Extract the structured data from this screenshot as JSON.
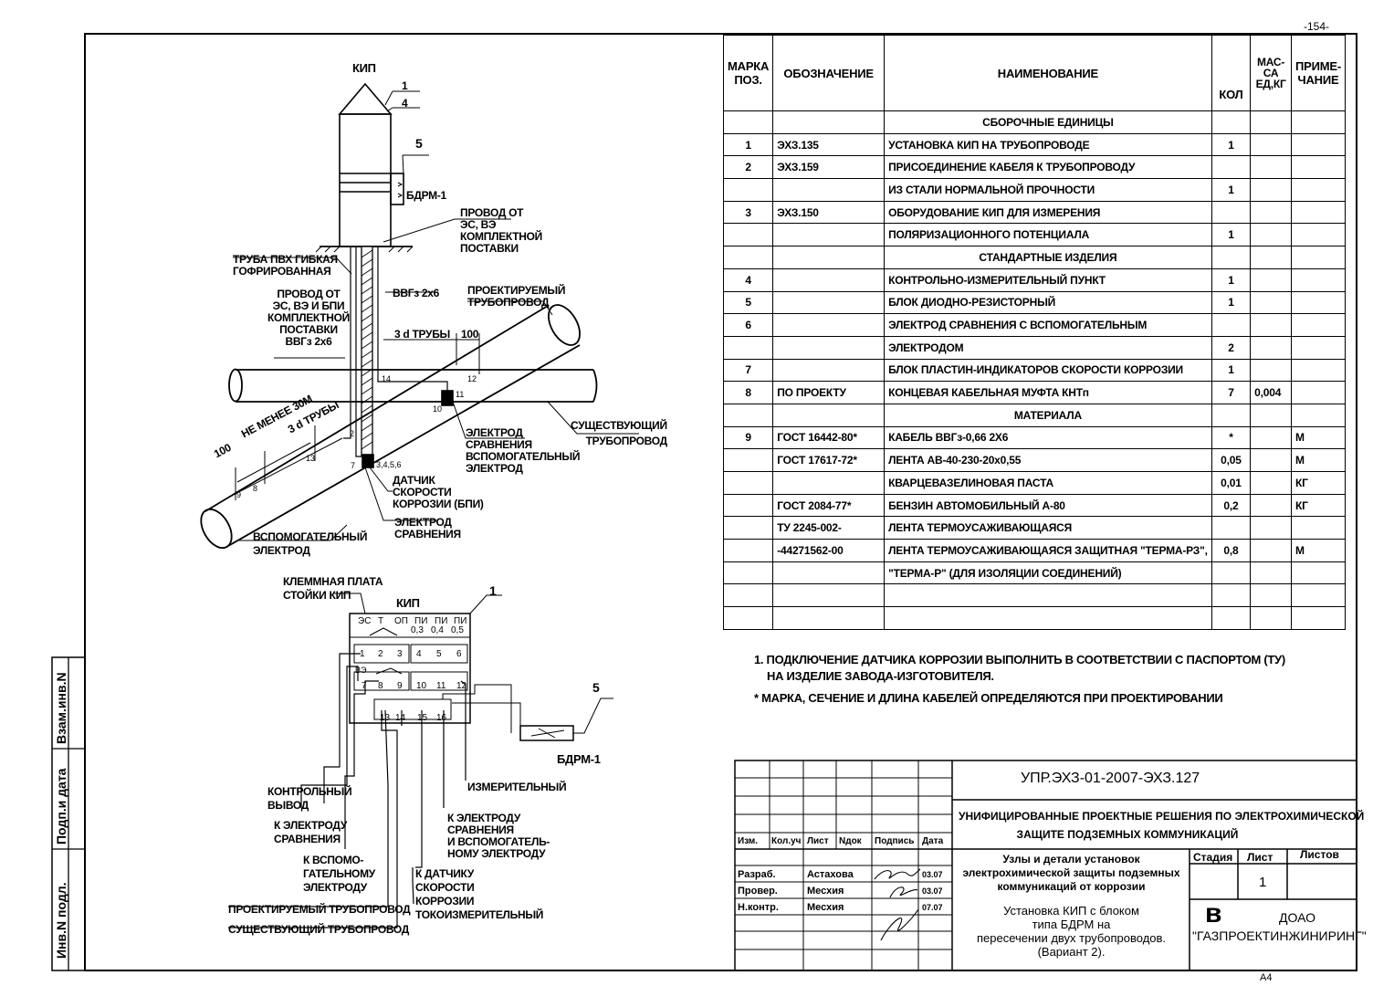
{
  "page_number": "-154-",
  "frame_side": {
    "inv_podl": "Инв.N подл.",
    "podp_data": "Подп.и дата",
    "vzam_inv": "Взам.инв.N"
  },
  "diagram_main": {
    "kip_label": "КИП",
    "callout_1": "1",
    "callout_4": "4",
    "callout_5": "5",
    "bdrm_label": "БДРМ-1",
    "wire_top": [
      "ПРОВОД ОТ",
      "ЭС, ВЭ",
      "КОМПЛЕКТНОЙ",
      "ПОСТАВКИ"
    ],
    "pvc_pipe": [
      "ТРУБА ПВХ ГИБКАЯ",
      "ГОФРИРОВАННАЯ"
    ],
    "wire_left": [
      "ПРОВОД ОТ",
      "ЭС, ВЭ И БПИ",
      "КОМПЛЕКТНОЙ",
      "ПОСТАВКИ",
      "ВВГз 2х6"
    ],
    "vvg_right": "ВВГз 2х6",
    "designed_pipe": [
      "ПРОЕКТИРУЕМЫЙ",
      "ТРУБОПРОВОД"
    ],
    "three_d": "3 d ТРУБЫ",
    "dim_100_top": "100",
    "num_14": "14",
    "num_12": "12",
    "num_11": "11",
    "num_10": "10",
    "num_2": "2",
    "num_13": "13",
    "num_7": "7",
    "num_3456": "3,4,5,6",
    "num_9": "9",
    "num_8": "8",
    "not_less": "НЕ МЕНЕЕ 30М",
    "three_d_left": "3 d ТРУБЫ",
    "dim_100_left": "100",
    "existing_pipe": [
      "СУЩЕСТВУЮЩИЙ",
      "ТРУБОПРОВОД"
    ],
    "ref_electrode": [
      "ЭЛЕКТРОД",
      "СРАВНЕНИЯ",
      "ВСПОМОГАТЕЛЬНЫЙ",
      "ЭЛЕКТРОД"
    ],
    "sensor": [
      "ДАТЧИК",
      "СКОРОСТИ",
      "КОРРОЗИИ (БПИ)"
    ],
    "ref_electrode2": [
      "ЭЛЕКТРОД",
      "СРАВНЕНИЯ"
    ],
    "aux_electrode": [
      "ВСПОМОГАТЕЛЬНЫЙ",
      "ЭЛЕКТРОД"
    ]
  },
  "diagram_wiring": {
    "terminal_plate": [
      "КЛЕММНАЯ ПЛАТА",
      "СТОЙКИ КИП"
    ],
    "kip_label": "КИП",
    "callout_1": "1",
    "callout_5": "5",
    "bdrm_label": "БДРМ-1",
    "header": [
      "ЭС",
      "Т",
      "ОП",
      "ПИ",
      "ПИ",
      "ПИ"
    ],
    "header2": [
      "0,3",
      "0,4",
      "0,5"
    ],
    "row1": [
      "1",
      "2",
      "3",
      "4",
      "5",
      "6"
    ],
    "ve": "ВЭ",
    "row2": [
      "7",
      "8",
      "9",
      "10",
      "11",
      "12"
    ],
    "row3": [
      "13",
      "14",
      "15",
      "16"
    ],
    "control_out": [
      "КОНТРОЛЬНЫЙ",
      "ВЫВОД"
    ],
    "to_ref": [
      "К ЭЛЕКТРОДУ",
      "СРАВНЕНИЯ"
    ],
    "to_aux": [
      "К ВСПОМО-",
      "ГАТЕЛЬНОМУ",
      "ЭЛЕКТРОДУ"
    ],
    "designed_pipe": "ПРОЕКТИРУЕМЫЙ ТРУБОПРОВОД",
    "existing_pipe": "СУЩЕСТВУЮЩИЙ ТРУБОПРОВОД",
    "measuring": "ИЗМЕРИТЕЛЬНЫЙ",
    "to_ref_aux": [
      "К ЭЛЕКТРОДУ",
      "СРАВНЕНИЯ",
      "И ВСПОМОГАТЕЛЬ-",
      "НОМУ ЭЛЕКТРОДУ"
    ],
    "to_sensor": [
      "К ДАТЧИКУ",
      "СКОРОСТИ",
      "КОРРОЗИИ",
      "ТОКОИЗМЕРИТЕЛЬНЫЙ"
    ]
  },
  "spec_table": {
    "headers": [
      "МАРКА\nПОЗ.",
      "ОБОЗНАЧЕНИЕ",
      "НАИМЕНОВАНИЕ",
      "КОЛ",
      "МАС-\nСА\nЕД,КГ",
      "ПРИМЕ-\nЧАНИЕ"
    ],
    "rows": [
      [
        "",
        "",
        "СБОРОЧНЫЕ ЕДИНИЦЫ",
        "",
        "",
        ""
      ],
      [
        "1",
        "ЭХЗ.135",
        "УСТАНОВКА КИП НА ТРУБОПРОВОДЕ",
        "1",
        "",
        ""
      ],
      [
        "2",
        "ЭХЗ.159",
        "ПРИСОЕДИНЕНИЕ КАБЕЛЯ К ТРУБОПРОВОДУ",
        "",
        "",
        ""
      ],
      [
        "",
        "",
        "ИЗ СТАЛИ НОРМАЛЬНОЙ ПРОЧНОСТИ",
        "1",
        "",
        ""
      ],
      [
        "3",
        "ЭХЗ.150",
        "ОБОРУДОВАНИЕ КИП ДЛЯ ИЗМЕРЕНИЯ",
        "",
        "",
        ""
      ],
      [
        "",
        "",
        "ПОЛЯРИЗАЦИОННОГО ПОТЕНЦИАЛА",
        "1",
        "",
        ""
      ],
      [
        "",
        "",
        "СТАНДАРТНЫЕ ИЗДЕЛИЯ",
        "",
        "",
        ""
      ],
      [
        "4",
        "",
        "КОНТРОЛЬНО-ИЗМЕРИТЕЛЬНЫЙ ПУНКТ",
        "1",
        "",
        ""
      ],
      [
        "5",
        "",
        "БЛОК ДИОДНО-РЕЗИСТОРНЫЙ",
        "1",
        "",
        ""
      ],
      [
        "6",
        "",
        "ЭЛЕКТРОД СРАВНЕНИЯ С ВСПОМОГАТЕЛЬНЫМ",
        "",
        "",
        ""
      ],
      [
        "",
        "",
        "ЭЛЕКТРОДОМ",
        "2",
        "",
        ""
      ],
      [
        "7",
        "",
        "БЛОК ПЛАСТИН-ИНДИКАТОРОВ СКОРОСТИ КОРРОЗИИ",
        "1",
        "",
        ""
      ],
      [
        "8",
        "ПО ПРОЕКТУ",
        "КОНЦЕВАЯ КАБЕЛЬНАЯ МУФТА КНТп",
        "7",
        "0,004",
        ""
      ],
      [
        "",
        "",
        "МАТЕРИАЛА",
        "",
        "",
        ""
      ],
      [
        "9",
        "ГОСТ 16442-80*",
        "КАБЕЛЬ ВВГз-0,66 2Х6",
        "*",
        "",
        "М"
      ],
      [
        "",
        "ГОСТ 17617-72*",
        "ЛЕНТА АВ-40-230-20х0,55",
        "0,05",
        "",
        "М"
      ],
      [
        "",
        "",
        "КВАРЦЕВАЗЕЛИНОВАЯ ПАСТА",
        "0,01",
        "",
        "КГ"
      ],
      [
        "",
        "ГОСТ 2084-77*",
        "БЕНЗИН АВТОМОБИЛЬНЫЙ А-80",
        "0,2",
        "",
        "КГ"
      ],
      [
        "",
        "ТУ 2245-002-",
        "ЛЕНТА ТЕРМОУСАЖИВАЮЩАЯСЯ",
        "",
        "",
        ""
      ],
      [
        "",
        "-44271562-00",
        "ЛЕНТА ТЕРМОУСАЖИВАЮЩАЯСЯ ЗАЩИТНАЯ \"ТЕРМА-РЗ\",",
        "0,8",
        "",
        "М"
      ],
      [
        "",
        "",
        "\"ТЕРМА-Р\" (ДЛЯ ИЗОЛЯЦИИ СОЕДИНЕНИЙ)",
        "",
        "",
        ""
      ],
      [
        "",
        "",
        "",
        "",
        "",
        ""
      ],
      [
        "",
        "",
        "",
        "",
        "",
        ""
      ]
    ]
  },
  "notes": [
    "1. ПОДКЛЮЧЕНИЕ ДАТЧИКА КОРРОЗИИ ВЫПОЛНИТЬ В СООТВЕТСТВИИ С ПАСПОРТОМ (ТУ)",
    "НА ИЗДЕЛИЕ ЗАВОДА-ИЗГОТОВИТЕЛЯ.",
    "* МАРКА, СЕЧЕНИЕ И ДЛИНА КАБЕЛЕЙ ОПРЕДЕЛЯЮТСЯ ПРИ ПРОЕКТИРОВАНИИ"
  ],
  "title_block": {
    "doc_code": "УПР.ЭХЗ-01-2007-ЭХЗ.127",
    "project": [
      "УНИФИЦИРОВАННЫЕ ПРОЕКТНЫЕ РЕШЕНИЯ ПО ЭЛЕКТРОХИМИЧЕСКОЙ",
      "ЗАЩИТЕ ПОДЗЕМНЫХ КОММУНИКАЦИЙ"
    ],
    "col_headers": [
      "Изм.",
      "Кол.уч",
      "Лист",
      "Nдок",
      "Подпись",
      "Дата"
    ],
    "roles": [
      {
        "role": "Разраб.",
        "name": "Астахова",
        "date": "03.07"
      },
      {
        "role": "Провер.",
        "name": "Месхия",
        "date": "03.07"
      },
      {
        "role": "Н.контр.",
        "name": "Месхия",
        "date": "07.07"
      }
    ],
    "section": [
      "Узлы и детали установок",
      "электрохимической защиты подземных",
      "коммуникаций от коррозии"
    ],
    "stage_label": "Стадия",
    "sheet_label": "Лист",
    "sheets_label": "Листов",
    "sheet_value": "1",
    "sheet_title": [
      "Установка КИП с блоком",
      "типа БДРМ на",
      "пересечении двух трубопроводов.",
      "(Вариант 2)."
    ],
    "org_logo": "в",
    "org": [
      "ДОАО",
      "\"ГАЗПРОЕКТИНЖИНИРИНГ\""
    ],
    "format": "А4"
  }
}
